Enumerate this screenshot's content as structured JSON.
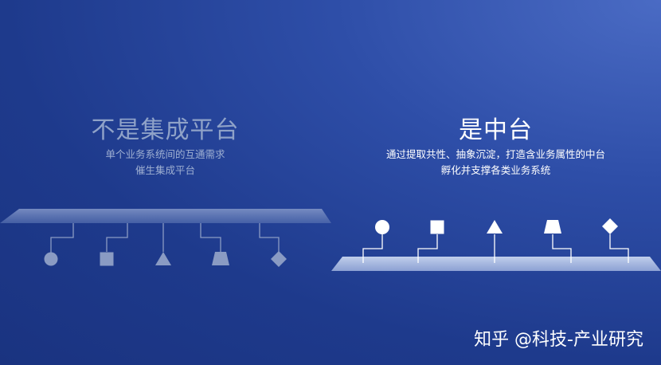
{
  "left": {
    "title": "不是集成平台",
    "line1": "单个业务系统间的互通需求",
    "line2": "催生集成平台"
  },
  "right": {
    "title": "是中台",
    "line1": "通过提取共性、抽象沉淀，打造含业务属性的中台",
    "line2": "孵化并支撑各类业务系统"
  },
  "watermark": "知乎 @科技-产业研究",
  "shapes": [
    "circle-icon",
    "square-icon",
    "triangle-icon",
    "trapezoid-icon",
    "diamond-icon"
  ],
  "colors": {
    "left_shape": "#8a9bc3",
    "right_shape": "#ffffff"
  }
}
